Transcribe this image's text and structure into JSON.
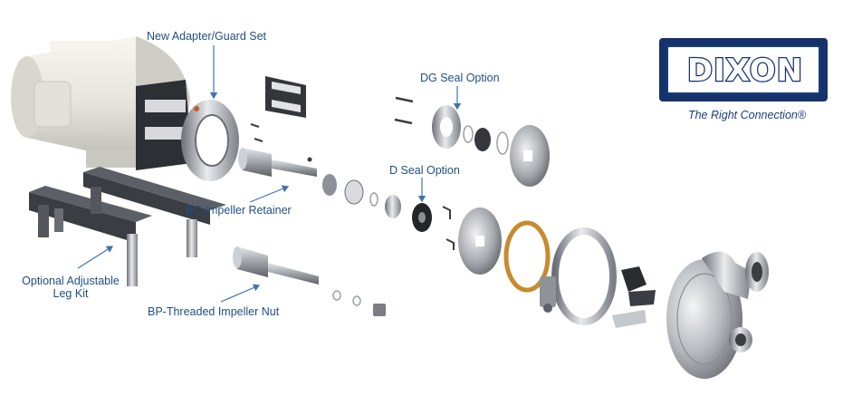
{
  "labels": {
    "adapter_guard": "New Adapter/Guard Set",
    "dg_seal": "DG Seal Option",
    "d_seal": "D Seal Option",
    "bc_impeller": "BC-Impeller Retainer",
    "leg_kit_line1": "Optional Adjustable",
    "leg_kit_line2": "Leg Kit",
    "bp_threaded": "BP-Threaded Impeller Nut"
  },
  "logo": {
    "text": "DIXON",
    "tagline": "The Right Connection®"
  },
  "colors": {
    "label": "#1f4e86",
    "arrow": "#3f74ad",
    "logo_navy": "#15326b",
    "motor": "#ecebe5",
    "steel": "#a9adb2",
    "dark_steel": "#3a3d42",
    "gasket": "#c98a2e"
  }
}
